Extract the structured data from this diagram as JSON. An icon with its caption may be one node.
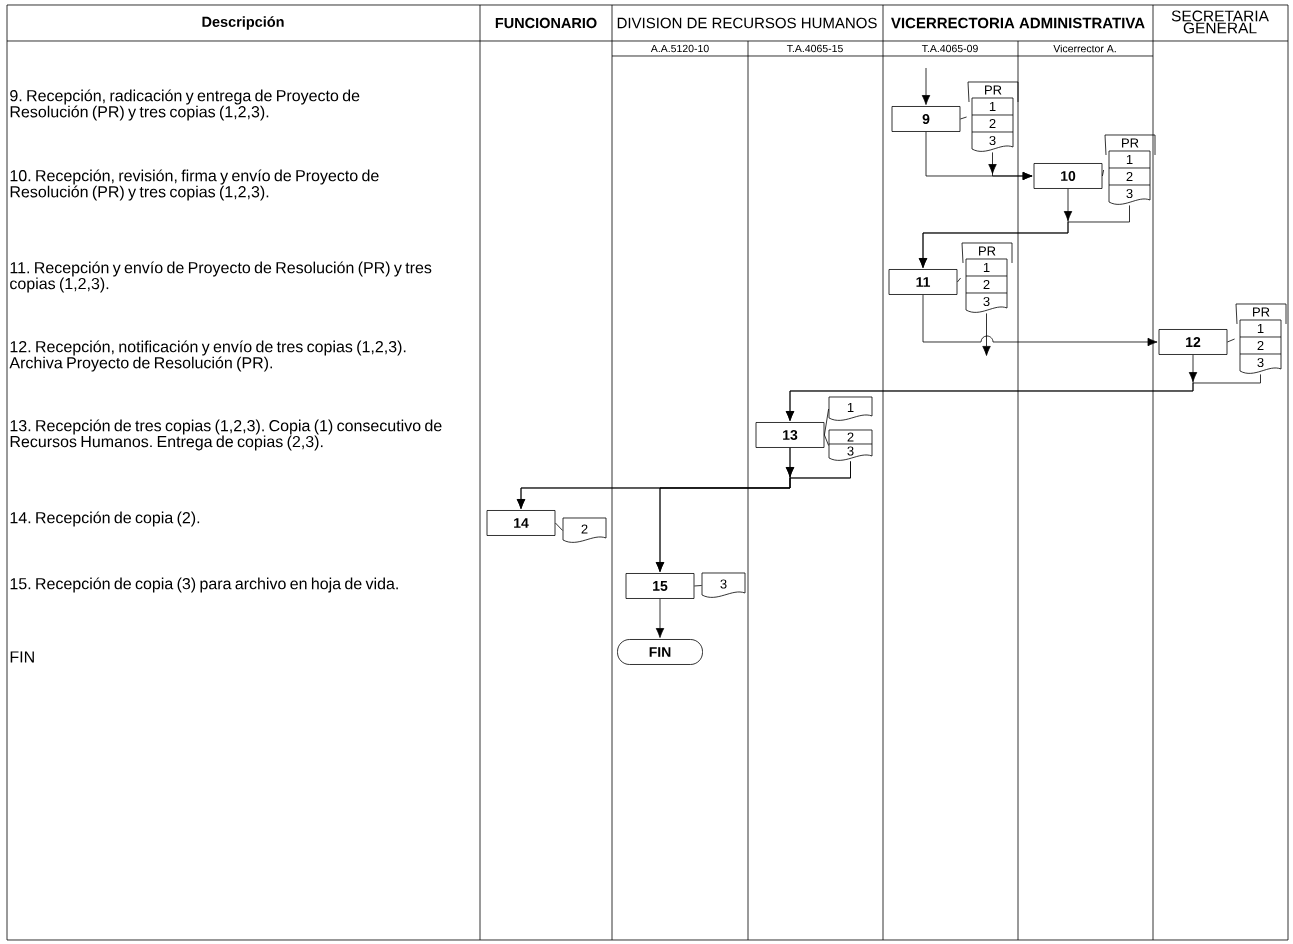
{
  "diagram": {
    "nodes": [
      {
        "text": [
          "9"
        ]
      },
      {
        "text": [
          "PR",
          "1",
          "2",
          "3"
        ]
      },
      {
        "text": [
          "10"
        ]
      },
      {
        "text": [
          "PR",
          "1",
          "2",
          "3"
        ]
      },
      {
        "text": [
          "11"
        ]
      },
      {
        "text": [
          "PR",
          "1",
          "2",
          "3"
        ]
      },
      {
        "text": [
          "12"
        ]
      },
      {
        "text": [
          "PR",
          "1",
          "2",
          "3"
        ]
      },
      {
        "text": [
          "13"
        ]
      },
      {
        "text": [
          "1"
        ]
      },
      {
        "text": [
          "2",
          "3"
        ]
      },
      {
        "text": [
          "14"
        ]
      },
      {
        "text": [
          "2"
        ]
      },
      {
        "text": [
          "15"
        ]
      },
      {
        "text": [
          "3"
        ]
      },
      {
        "text": [
          "FIN"
        ]
      }
    ],
    "edges": [
      {
        "from": null,
        "to": 0,
        "arrow": "to"
      },
      {
        "from": 0,
        "to": 1,
        "arrow": "none"
      },
      {
        "from": 0,
        "to": 2,
        "arrow": "to"
      },
      {
        "from": 1,
        "to": 2,
        "arrow": "to"
      },
      {
        "from": 2,
        "to": 3,
        "arrow": "none"
      },
      {
        "from": 2,
        "to": 4,
        "arrow": "to"
      },
      {
        "from": 3,
        "to": 4,
        "arrow": "to"
      },
      {
        "from": 4,
        "to": 5,
        "arrow": "none"
      },
      {
        "from": 4,
        "to": 6,
        "arrow": "to"
      },
      {
        "from": 5,
        "to": null,
        "arrow": "to"
      },
      {
        "from": 6,
        "to": 7,
        "arrow": "none"
      },
      {
        "from": 6,
        "to": 8,
        "arrow": "to"
      },
      {
        "from": 7,
        "to": 8,
        "arrow": "to"
      },
      {
        "from": 8,
        "to": 9,
        "arrow": "none"
      },
      {
        "from": 8,
        "to": 10,
        "arrow": "none"
      },
      {
        "from": 8,
        "to": 11,
        "arrow": "to"
      },
      {
        "from": 8,
        "to": 13,
        "arrow": "to"
      },
      {
        "from": 10,
        "to": 11,
        "arrow": "to"
      },
      {
        "from": 10,
        "to": 13,
        "arrow": "to"
      },
      {
        "from": 11,
        "to": 12,
        "arrow": "none"
      },
      {
        "from": 13,
        "to": 14,
        "arrow": "none"
      },
      {
        "from": 13,
        "to": 15,
        "arrow": "to"
      }
    ],
    "labels": [
      "Descripción",
      "FUNCIONARIO",
      "DIVISION DE RECURSOS HUMANOS",
      "VICERRECTORIA ADMINISTRATIVA",
      "SECRETARIA GENERAL",
      "A.A.5120-10",
      "T.A.4065-15",
      "T.A.4065-09",
      "Vicerrector A.",
      "9. Recepción, radicación y entrega de Proyecto de Resolución (PR) y tres copias (1,2,3).",
      "10. Recepción, revisión, firma y envío de Proyecto de Resolución (PR) y tres copias (1,2,3).",
      "11. Recepción y envío de Proyecto de Resolución (PR) y tres copias (1,2,3).",
      "12. Recepción, notificación y envío de tres copias (1,2,3). Archiva Proyecto de Resolución (PR).",
      "13. Recepción de tres copias (1,2,3). Copia (1) consecutivo de Recursos Humanos. Entrega de copias (2,3).",
      "14. Recepción de copia (2).",
      "15. Recepción de copia (3) para archivo en hoja de vida.",
      "FIN"
    ]
  }
}
